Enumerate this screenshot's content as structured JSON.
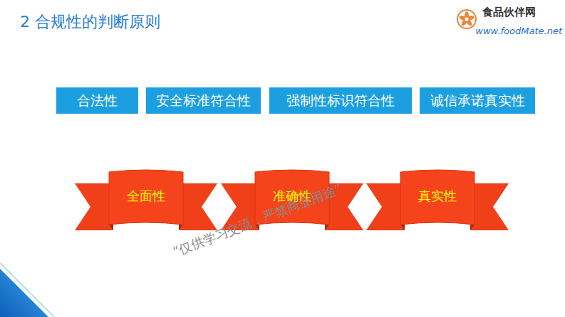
{
  "diagram": {
    "title": "2 合规性的判断原则",
    "nodes": [
      {
        "text": [
          "合法性"
        ]
      },
      {
        "text": [
          "安全标准符合性"
        ]
      },
      {
        "text": [
          "强制性标识符合性"
        ]
      },
      {
        "text": [
          "诚信承诺真实性"
        ]
      },
      {
        "text": [
          "全面性"
        ]
      },
      {
        "text": [
          "准确性"
        ]
      },
      {
        "text": [
          "真实性"
        ]
      }
    ],
    "labels": [
      "食品伙伴网",
      "www.foodMate.net",
      "“仅供学习交流，严禁商业用途”"
    ]
  }
}
